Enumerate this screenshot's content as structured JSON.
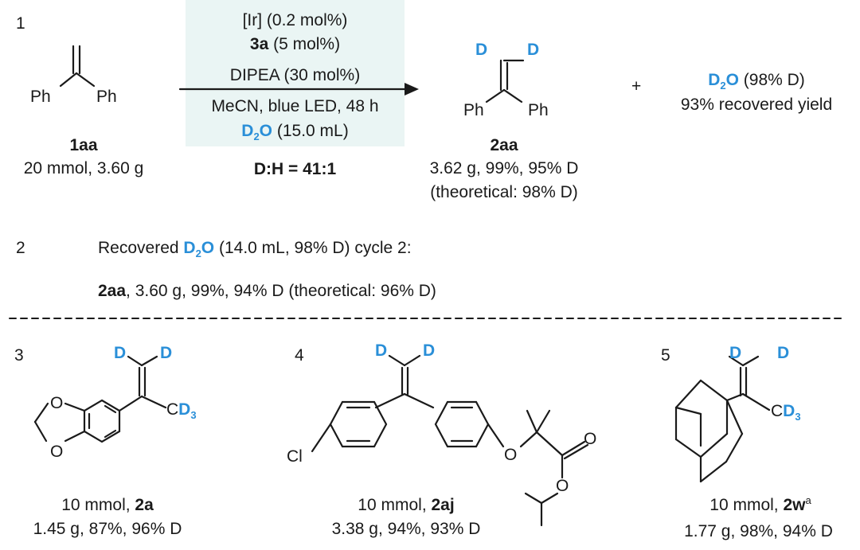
{
  "entries": [
    {
      "num": "1"
    },
    {
      "num": "2"
    },
    {
      "num": "3"
    },
    {
      "num": "4"
    },
    {
      "num": "5"
    }
  ],
  "row1": {
    "substrate": {
      "atoms": {
        "ph_left": "Ph",
        "ph_right": "Ph"
      },
      "label": "1aa",
      "amount": "20 mmol, 3.60 g"
    },
    "conditions": {
      "catalyst": "[Ir] (0.2 mol%)",
      "cocat_label": "3a",
      "cocat_amount": " (5 mol%)",
      "base": "DIPEA (30 mol%)",
      "solvent": "MeCN, blue LED, 48 h",
      "d2o_D": "D",
      "d2o_sub": "2",
      "d2o_O": "O",
      "d2o_amount": " (15.0 mL)",
      "ratio": "D:H = 41:1"
    },
    "product": {
      "atoms": {
        "d1": "D",
        "d2": "D",
        "ph_left": "Ph",
        "ph_right": "Ph"
      },
      "label": "2aa",
      "line1": "3.62 g, 99%, 95% D",
      "line2": "(theoretical: 98% D)"
    },
    "plus": "+",
    "byproduct": {
      "D": "D",
      "sub": "2",
      "O": "O",
      "rest": " (98% D)",
      "line2": "93% recovered yield"
    }
  },
  "row2": {
    "pre": "Recovered ",
    "D": "D",
    "sub": "2",
    "O": "O",
    "post": " (14.0 mL, 98% D) cycle 2:",
    "label": "2aa",
    "result": ", 3.60 g, 99%, 94% D (theoretical: 96% D)"
  },
  "row3": [
    {
      "atoms": {
        "d1": "D",
        "d2": "D",
        "c": "C",
        "d3": "D",
        "sub3": "3",
        "o1": "O",
        "o2": "O"
      },
      "pre": "10 mmol, ",
      "label": "2a",
      "sup": "",
      "line2": "1.45 g, 87%, 96% D"
    },
    {
      "atoms": {
        "d1": "D",
        "d2": "D",
        "cl": "Cl",
        "o_ether": "O",
        "o_carbonyl": "O",
        "o_ester": "O"
      },
      "pre": "10 mmol, ",
      "label": "2aj",
      "sup": "",
      "line2": "3.38 g, 94%, 93% D"
    },
    {
      "atoms": {
        "d1": "D",
        "d2": "D",
        "c": "C",
        "d3": "D",
        "sub3": "3"
      },
      "pre": "10 mmol, ",
      "label": "2w",
      "sup": "a",
      "line2": "1.77 g, 98%, 94% D"
    }
  ],
  "colors": {
    "deuterium": "#2a8fd8",
    "text": "#1a1a1a",
    "conditions_bg": "#eaf5f4"
  }
}
